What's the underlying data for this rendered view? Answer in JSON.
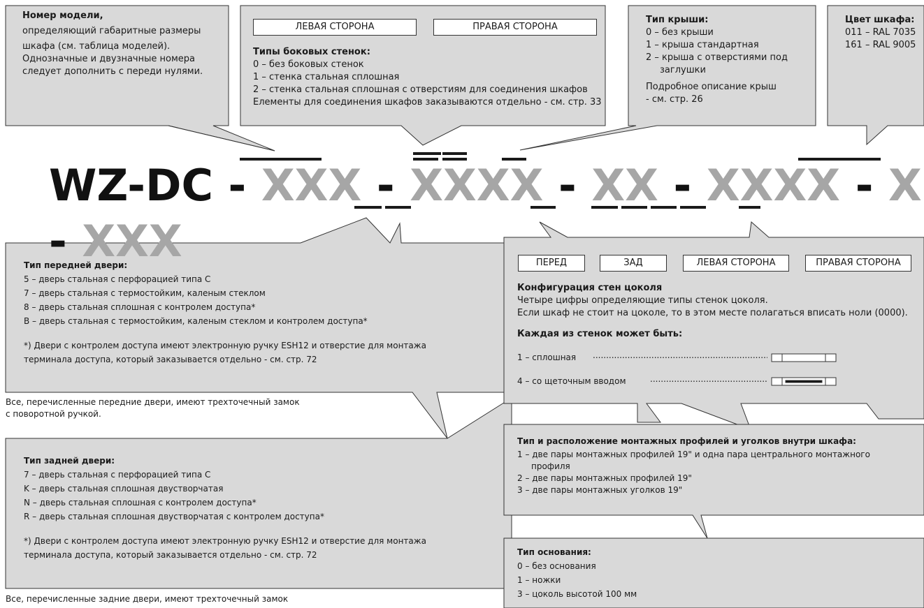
{
  "code": {
    "prefix": "WZ-DC",
    "sep": "-",
    "g1": "XXX",
    "g2": "XXXX",
    "g3": "XX",
    "g4": "XXXX",
    "g5": "X",
    "g6": "XXX"
  },
  "model": {
    "title": "Номер модели,",
    "l1": "определяющий габаритные размеры",
    "l2": "шкафа (см. таблица моделей).",
    "l3": "Однозначные и двузначные номера",
    "l4": "следует дополнить с переди нулями."
  },
  "side": {
    "left_label": "ЛЕВАЯ СТОРОНА",
    "right_label": "ПРАВАЯ СТОРОНА",
    "title": "Типы боковых стенок:",
    "l0": "0 – без боковых стенок",
    "l1": "1 – стенка стальная сплошная",
    "l2": "2 – стенка стальная сплошная с отверстиям для  соединения шкафов",
    "l3": "Елементы для соединения шкафов заказываются отдельно - см. стр. 33"
  },
  "roof": {
    "title": "Тип крыши:",
    "l0": "0 – без крыши",
    "l1": "1 – крыша стандартная",
    "l2": "2 – крыша с отверстиями под",
    "l2b": "заглушки",
    "d1": "Подробное описание крыш",
    "d2": "- см. стр. 26"
  },
  "color": {
    "title": "Цвет шкафа:",
    "l1": "011 – RAL 7035",
    "l2": "161 – RAL 9005"
  },
  "front": {
    "title": "Тип передней двери:",
    "l1": "5 – дверь стальная с перфорацией типа С",
    "l2": "7 – дверь стальная с термостойким, каленым стеклом",
    "l3": "8 – дверь стальная сплошная с контролем доступа*",
    "l4": "B – дверь стальная с термостойким, каленым стеклом и контролем доступа*",
    "n1": "*) Двери с контролем доступа имеют электронную ручку ESH12 и отверстие для монтажа",
    "n2": "терминала доступа, который заказывается отдельно - см. стр. 72",
    "below1": "Все, перечисленные передние двери, имеют трехточечный замок",
    "below2": "с поворотной ручкой."
  },
  "rear": {
    "title": "Тип задней двери:",
    "l1": "7 – дверь стальная с перфорацией типа С",
    "l2": "K – дверь стальная сплошная двустворчатая",
    "l3": "N – дверь стальная сплошная с контролем доступа*",
    "l4": "R – дверь стальная сплошная двустворчатая с контролем доступа*",
    "n1": "*) Двери с контролем доступа имеют электронную ручку ESH12 и отверстие для монтажа",
    "n2": "терминала доступа, который заказывается отдельно - см. стр. 72",
    "below1": "Все, перечисленные задние двери, имеют трехточечный замок"
  },
  "plinth": {
    "b_front": "ПЕРЕД",
    "b_back": "ЗАД",
    "b_left": "ЛЕВАЯ СТОРОНА",
    "b_right": "ПРАВАЯ СТОРОНА",
    "title": "Конфигурация стен цоколя",
    "d1": "Четыре цифры определяющие типы стенок цоколя.",
    "d2": "Если шкаф не стоит на цоколе, то в этом месте полагаться вписать ноли (0000).",
    "sub": "Каждая из стенок может быть:",
    "o1": "1 – сплошная",
    "o4": "4 – со щеточным вводом"
  },
  "profiles": {
    "title": "Тип и расположение монтажных профилей и уголков внутри шкафа:",
    "l1": "1 – две пары монтажных профилей 19\" и одна пара центрального монтажного",
    "l1b": "профиля",
    "l2": "2 – две пары монтажных профилей 19\"",
    "l3": "3 – две пары монтажных уголков 19\""
  },
  "base": {
    "title": "Тип основания:",
    "l0": "0 – без основания",
    "l1": "1 – ножки",
    "l3": "3 – цоколь высотой 100 мм"
  },
  "colors": {
    "box_fill": "#d9d9d9",
    "box_stroke": "#333333",
    "code_grey": "#a6a6a6",
    "code_dark": "#111111"
  }
}
